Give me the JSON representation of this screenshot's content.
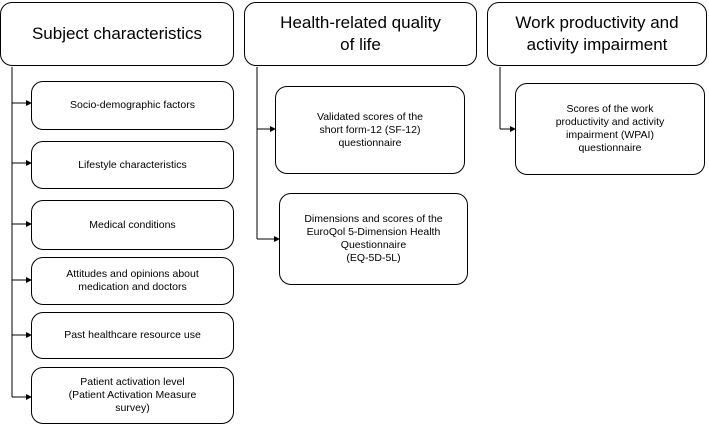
{
  "columns": [
    {
      "header": "Subject characteristics",
      "items": [
        "Socio-demographic factors",
        "Lifestyle characteristics",
        "Medical conditions",
        "Attitudes and opinions about\nmedication and doctors",
        "Past healthcare resource use",
        "Patient activation level\n(Patient Activation Measure\nsurvey)"
      ]
    },
    {
      "header": "Health-related quality\nof life",
      "items": [
        "Validated scores of the\nshort form-12 (SF-12)\nquestionnaire",
        "Dimensions and scores of the\nEuroQol 5-Dimension Health\nQuestionnaire\n(EQ-5D-5L)"
      ]
    },
    {
      "header": "Work productivity and\nactivity impairment",
      "items": [
        "Scores of the work\nproductivity and activity\nimpairment (WPAI)\nquestionnaire"
      ]
    }
  ]
}
